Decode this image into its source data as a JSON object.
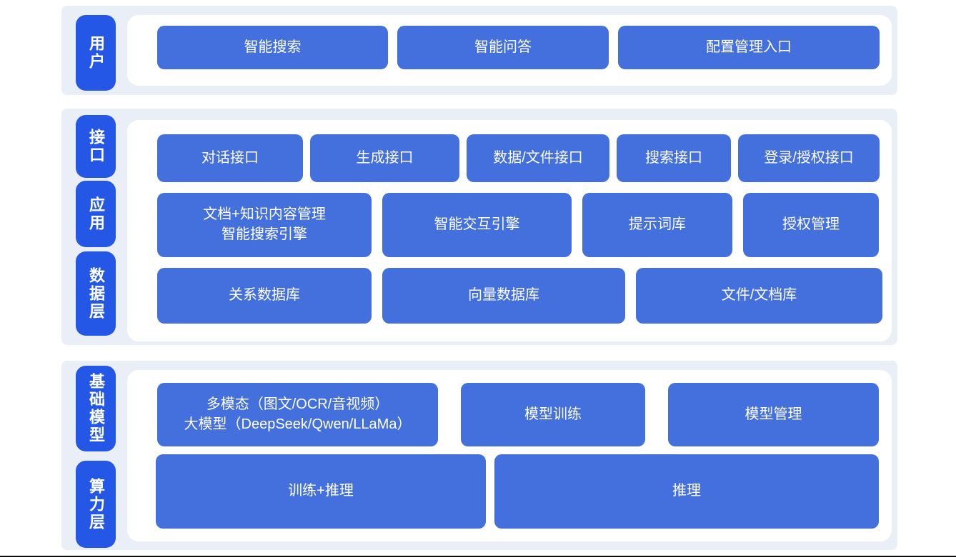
{
  "colors": {
    "tab_blue": "#2457e6",
    "box_blue": "#4470dd",
    "section_bg": "#e9eef7",
    "panel_bg": "#ffffff",
    "text_white": "#ffffff",
    "bottom_line": "#0a0a0a"
  },
  "layers": {
    "user": {
      "tab": "用户",
      "buttons": {
        "smart_search": "智能搜索",
        "smart_qa": "智能问答",
        "config_entry": "配置管理入口"
      }
    },
    "middle": {
      "tabs": {
        "interface": "接口",
        "application": "应用",
        "data": "数据层"
      },
      "interface_row": {
        "dialog_api": "对话接口",
        "generation_api": "生成接口",
        "data_file_api": "数据/文件接口",
        "search_api": "搜索接口",
        "login_auth_api": "登录/授权接口"
      },
      "application_row": {
        "doc_knowledge_line1": "文档+知识内容管理",
        "doc_knowledge_line2": "智能搜索引擎",
        "interaction_engine": "智能交互引擎",
        "prompt_library": "提示词库",
        "auth_management": "授权管理"
      },
      "data_row": {
        "relational_db": "关系数据库",
        "vector_db": "向量数据库",
        "file_doc_store": "文件/文档库"
      }
    },
    "foundation": {
      "tabs": {
        "base_model": "基础模型",
        "compute": "算力层"
      },
      "model_row": {
        "multimodal_line1": "多模态（图文/OCR/音视频）",
        "multimodal_line2": "大模型（DeepSeek/Qwen/LLaMa）",
        "model_training": "模型训练",
        "model_management": "模型管理"
      },
      "compute_row": {
        "training_inference": "训练+推理",
        "inference": "推理"
      }
    }
  }
}
